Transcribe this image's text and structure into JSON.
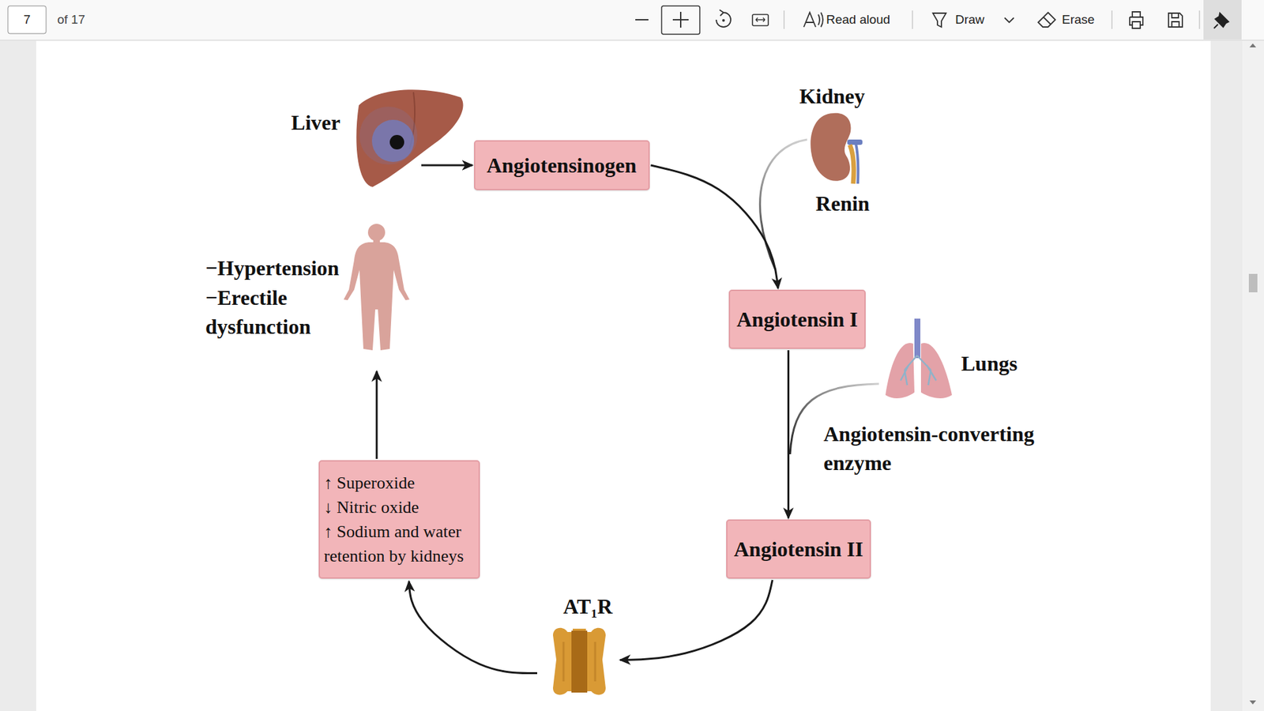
{
  "diagram": {
    "nodes": [
      {
        "text": [
          "Liver"
        ]
      },
      {
        "text": [
          "Angiotensinogen"
        ]
      },
      {
        "text": [
          "Kidney",
          "Renin"
        ]
      },
      {
        "text": [
          "Angiotensin I"
        ]
      },
      {
        "text": [
          "Lungs"
        ]
      },
      {
        "text": [
          "Angiotensin II"
        ]
      },
      {
        "text": [
          "AT₁R"
        ]
      },
      {
        "text": [
          "↑ Superoxide",
          "↓ Nitric oxide",
          "↑ Sodium and water retention by kidneys"
        ]
      },
      {
        "text": [
          "−Hypertension",
          "−Erectile dysfunction"
        ]
      }
    ],
    "edges": [
      {
        "from": 0,
        "to": 1,
        "arrow": "to"
      },
      {
        "from": 1,
        "to": 3,
        "arrow": "to"
      },
      {
        "from": 3,
        "to": 5,
        "arrow": "to"
      },
      {
        "from": 5,
        "to": 6,
        "arrow": "to"
      },
      {
        "from": 6,
        "to": 7,
        "arrow": "to"
      },
      {
        "from": 7,
        "to": 8,
        "arrow": "to"
      }
    ],
    "labels": [
      "7",
      "of 17",
      "Read aloud",
      "Draw",
      "Erase",
      "Angiotensin-converting enzyme"
    ]
  }
}
